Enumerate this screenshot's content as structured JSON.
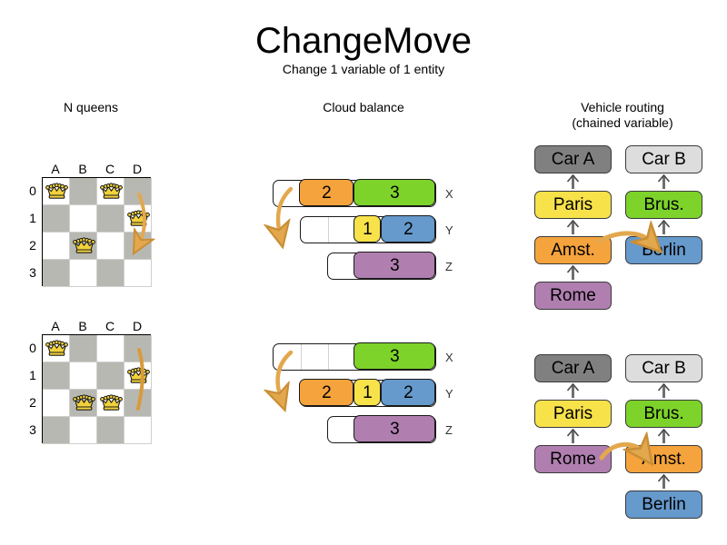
{
  "header": {
    "title": "ChangeMove",
    "subtitle": "Change 1 variable of 1 entity"
  },
  "sections": {
    "nqueens": {
      "heading": "N queens"
    },
    "cloud": {
      "heading": "Cloud balance"
    },
    "vrp": {
      "heading_line1": "Vehicle routing",
      "heading_line2": "(chained variable)"
    }
  },
  "colors": {
    "orange": "#F5A33C",
    "green": "#7DD32A",
    "yellow": "#F7E24A",
    "blue": "#6699CC",
    "purple": "#B07FB0",
    "car_a_gray": "#808080",
    "car_b_gray": "#DDDDDD",
    "arrow_tan": "#E3A84E",
    "queen_gold": "#F2D23C",
    "board_dark": "#B8B8B2",
    "board_light": "#FFFFFF"
  },
  "chess": {
    "column_labels": [
      "A",
      "B",
      "C",
      "D"
    ],
    "row_labels": [
      "0",
      "1",
      "2",
      "3"
    ],
    "before": {
      "queens": [
        {
          "col": 0,
          "row": 0
        },
        {
          "col": 2,
          "row": 0
        },
        {
          "col": 3,
          "row": 1
        },
        {
          "col": 1,
          "row": 2
        }
      ],
      "move": {
        "from_col": 2,
        "from_row": 0,
        "to_col": 2,
        "to_row": 2
      }
    },
    "after": {
      "queens": [
        {
          "col": 0,
          "row": 0
        },
        {
          "col": 3,
          "row": 1
        },
        {
          "col": 1,
          "row": 2
        },
        {
          "col": 2,
          "row": 2
        }
      ],
      "move": {
        "from_col": 2,
        "from_row": 0,
        "to_col": 2,
        "to_row": 2
      }
    }
  },
  "cloud_balance": {
    "before": {
      "rows": [
        {
          "label": "X",
          "blocks": [
            {
              "value": "2",
              "color": "orange",
              "width": 60
            },
            {
              "value": "3",
              "color": "green",
              "width": 90
            }
          ],
          "empty_width": 30
        },
        {
          "label": "Y",
          "blocks": [
            {
              "value": "1",
              "color": "yellow",
              "width": 30
            },
            {
              "value": "2",
              "color": "blue",
              "width": 60
            }
          ],
          "empty_width": 60
        },
        {
          "label": "Z",
          "blocks": [
            {
              "value": "3",
              "color": "purple",
              "width": 90
            }
          ],
          "empty_width": 30
        }
      ]
    },
    "after": {
      "rows": [
        {
          "label": "X",
          "blocks": [
            {
              "value": "3",
              "color": "green",
              "width": 90
            }
          ],
          "empty_width": 90
        },
        {
          "label": "Y",
          "blocks": [
            {
              "value": "2",
              "color": "orange",
              "width": 60
            },
            {
              "value": "1",
              "color": "yellow",
              "width": 30
            },
            {
              "value": "2",
              "color": "blue",
              "width": 60
            }
          ],
          "empty_width": 0
        },
        {
          "label": "Z",
          "blocks": [
            {
              "value": "3",
              "color": "purple",
              "width": 90
            }
          ],
          "empty_width": 30
        }
      ]
    }
  },
  "vehicle_routing": {
    "before": {
      "chains": [
        {
          "vehicle": "Car A",
          "vehicle_color": "car_a_gray",
          "stops": [
            {
              "label": "Paris",
              "color": "yellow"
            },
            {
              "label": "Amst.",
              "color": "orange"
            },
            {
              "label": "Rome",
              "color": "purple"
            }
          ]
        },
        {
          "vehicle": "Car B",
          "vehicle_color": "car_b_gray",
          "stops": [
            {
              "label": "Brus.",
              "color": "green"
            },
            {
              "label": "Berlin",
              "color": "blue"
            }
          ]
        }
      ],
      "moving_stop": "Amst."
    },
    "after": {
      "chains": [
        {
          "vehicle": "Car A",
          "vehicle_color": "car_a_gray",
          "stops": [
            {
              "label": "Paris",
              "color": "yellow"
            },
            {
              "label": "Rome",
              "color": "purple"
            }
          ]
        },
        {
          "vehicle": "Car B",
          "vehicle_color": "car_b_gray",
          "stops": [
            {
              "label": "Brus.",
              "color": "green"
            },
            {
              "label": "Amst.",
              "color": "orange"
            },
            {
              "label": "Berlin",
              "color": "blue"
            }
          ]
        }
      ],
      "moving_stop": "Amst."
    }
  }
}
